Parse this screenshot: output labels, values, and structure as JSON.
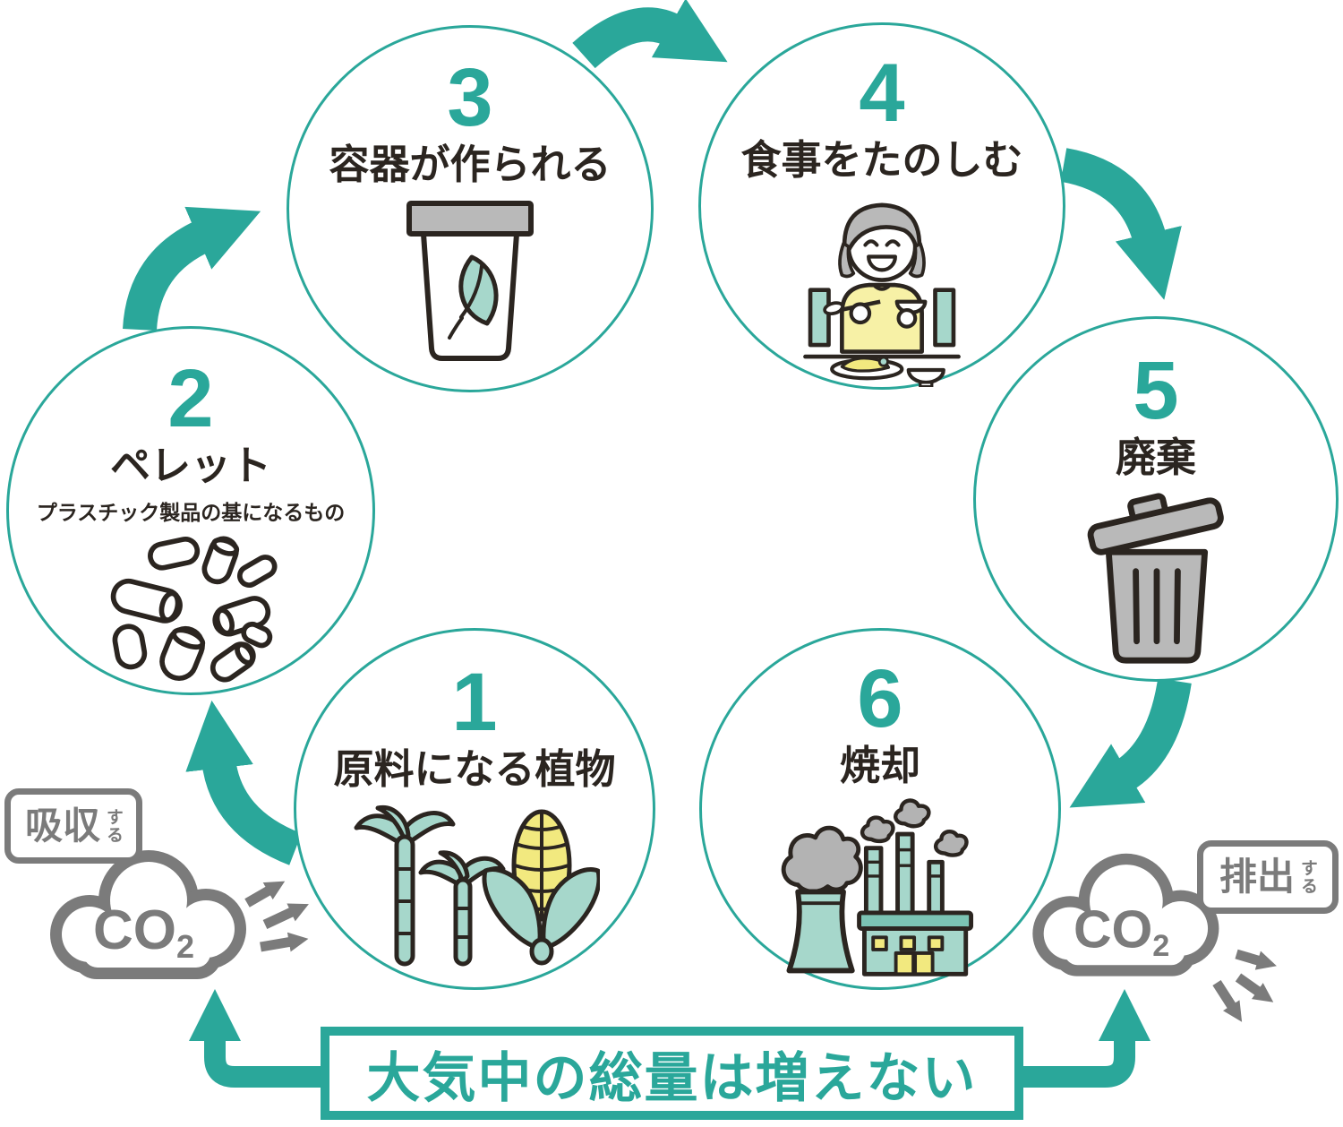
{
  "palette": {
    "teal": "#2aa79a",
    "light_teal": "#a6d7cb",
    "yellow": "#f2e97f",
    "gray": "#7b7b7b",
    "fill_gray": "#b9b9b9",
    "outline_dark": "#2b2520"
  },
  "steps": [
    {
      "number": "1",
      "title": "原料になる植物",
      "icon": "sugarcane-corn-icon"
    },
    {
      "number": "2",
      "title": "ペレット",
      "subtitle": "プラスチック製品の基になるもの",
      "icon": "pellets-icon"
    },
    {
      "number": "3",
      "title": "容器が作られる",
      "icon": "container-leaf-icon"
    },
    {
      "number": "4",
      "title": "食事をたのしむ",
      "icon": "person-eating-icon"
    },
    {
      "number": "5",
      "title": "廃棄",
      "icon": "trash-can-icon"
    },
    {
      "number": "6",
      "title": "焼却",
      "icon": "factory-icon"
    }
  ],
  "co2_left": {
    "formula": "CO",
    "sub": "2",
    "tag_main": "吸収",
    "tag_suffix": "する"
  },
  "co2_right": {
    "formula": "CO",
    "sub": "2",
    "tag_main": "排出",
    "tag_suffix": "する"
  },
  "banner": {
    "text": "大気中の総量は増えない"
  }
}
